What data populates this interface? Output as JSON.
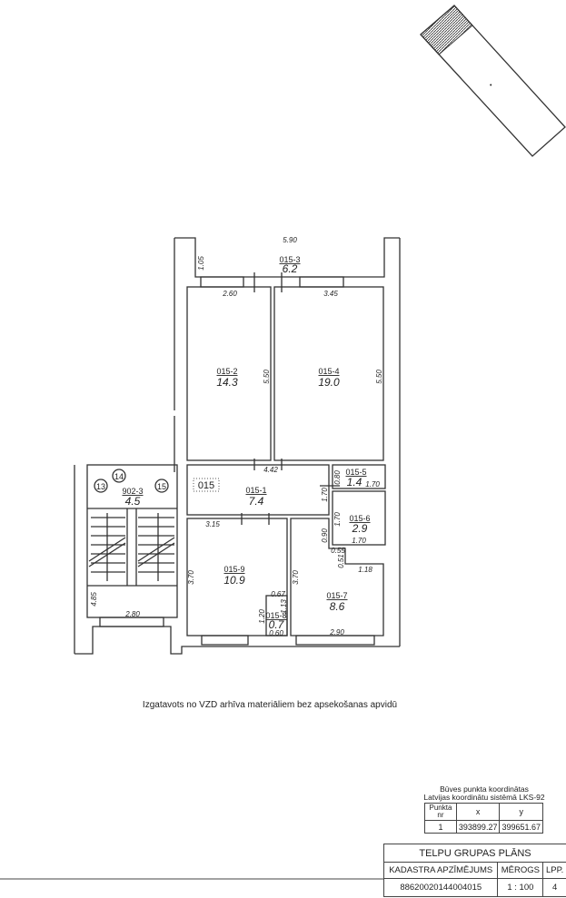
{
  "rooms": {
    "r3": {
      "id": "015-3",
      "area": "6.2"
    },
    "r2": {
      "id": "015-2",
      "area": "14.3"
    },
    "r4": {
      "id": "015-4",
      "area": "19.0"
    },
    "r1": {
      "id": "015-1",
      "area": "7.4"
    },
    "r5": {
      "id": "015-5",
      "area": "1.4"
    },
    "r6": {
      "id": "015-6",
      "area": "2.9"
    },
    "r9": {
      "id": "015-9",
      "area": "10.9"
    },
    "r7": {
      "id": "015-7",
      "area": "8.6"
    },
    "r8": {
      "id": "015-8",
      "area": "0.7"
    },
    "stair": {
      "id": "902-3",
      "area": "4.5"
    }
  },
  "group_label": "015",
  "axis_markers": [
    "13",
    "14",
    "15"
  ],
  "dims": {
    "d590": "5.90",
    "d105": "1.05",
    "d260": "2.60",
    "d345": "3.45",
    "d550a": "5.50",
    "d550b": "5.50",
    "d442": "4.42",
    "d080": "0.80",
    "d170a": "1.70",
    "d170b": "1.70",
    "d170c": "1.70",
    "d170d": "1.70",
    "d315": "3.15",
    "d090": "0.90",
    "d055": "0.55",
    "d051": "0.51",
    "d118": "1.18",
    "d370a": "3.70",
    "d370b": "3.70",
    "d067": "0.67",
    "d113": "1.13",
    "d120": "1.20",
    "d060": "0.60",
    "d290": "2.90",
    "d485": "4.85",
    "d280": "2.80"
  },
  "note": "Izgatavots no VZD arhīva materiāliem bez apsekošanas apvidū",
  "coords": {
    "title1": "Būves punkta koordinātas",
    "title2": "Latvijas koordinātu sistēmā LKS-92",
    "h_nr": "Punkta nr",
    "h_x": "x",
    "h_y": "y",
    "nr": "1",
    "x": "393899.27",
    "y": "399651.67"
  },
  "title_block": {
    "title": "TELPU GRUPAS PLĀNS",
    "h_kad": "KADASTRA APZĪMĒJUMS",
    "h_scale": "MĒROGS",
    "h_page": "LPP.",
    "kad": "88620020144004015",
    "scale": "1 : 100",
    "page": "4"
  }
}
